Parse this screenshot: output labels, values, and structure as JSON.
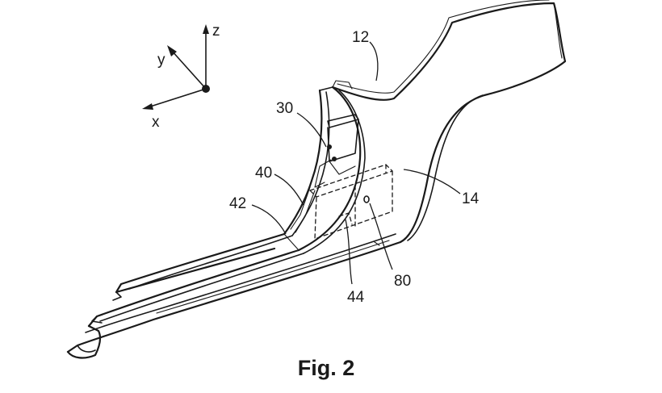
{
  "axes": {
    "z": "z",
    "y": "y",
    "x": "x"
  },
  "labels": {
    "ref_12": "12",
    "ref_30": "30",
    "ref_40": "40",
    "ref_42": "42",
    "ref_14": "14",
    "ref_80": "80",
    "ref_44": "44"
  },
  "caption": "Fig. 2"
}
